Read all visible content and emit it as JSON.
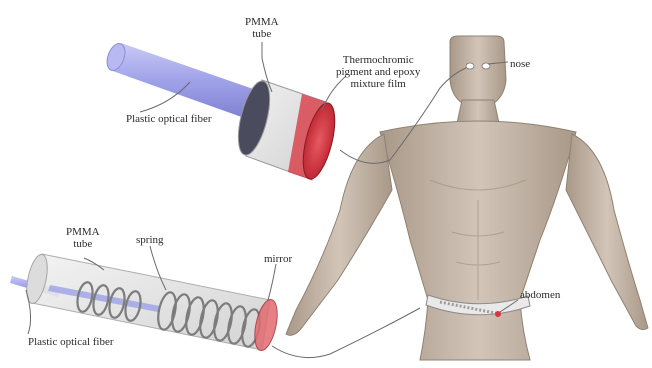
{
  "labels": {
    "top_tube": [
      "PMMA",
      "tube"
    ],
    "thermo_film": [
      "Thermochromic",
      "pigment and epoxy",
      "mixture film"
    ],
    "fiber_top": "Plastic optical fiber",
    "nose": "nose",
    "bottom_tube": [
      "PMMA",
      "tube"
    ],
    "spring": "spring",
    "mirror": "mirror",
    "abdomen": "abdomen",
    "fiber_bottom": "Plastic optical fiber"
  },
  "colors": {
    "fiber": "#aeb0ee",
    "tube": "#e8e8e8",
    "film": "#d9333f",
    "skin": "#b9aa9c",
    "leader": "#6b6b6b"
  }
}
